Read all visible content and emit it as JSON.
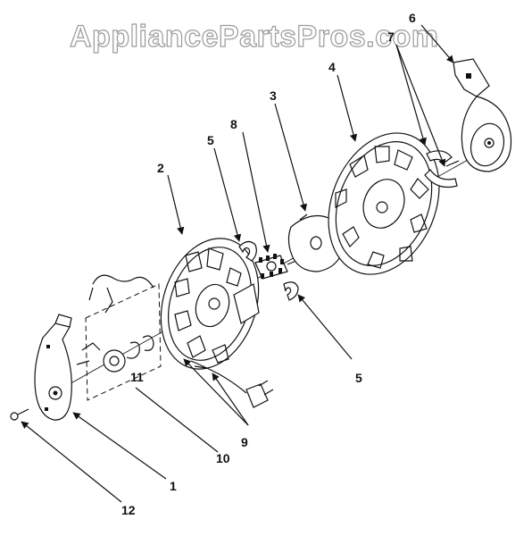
{
  "watermark": "AppliancePartsPros.com",
  "callouts": {
    "c1": "1",
    "c2": "2",
    "c3": "3",
    "c4": "4",
    "c5a": "5",
    "c5b": "5",
    "c6": "6",
    "c7": "7",
    "c8": "8",
    "c9": "9",
    "c10": "10",
    "c11": "11",
    "c12": "12"
  }
}
